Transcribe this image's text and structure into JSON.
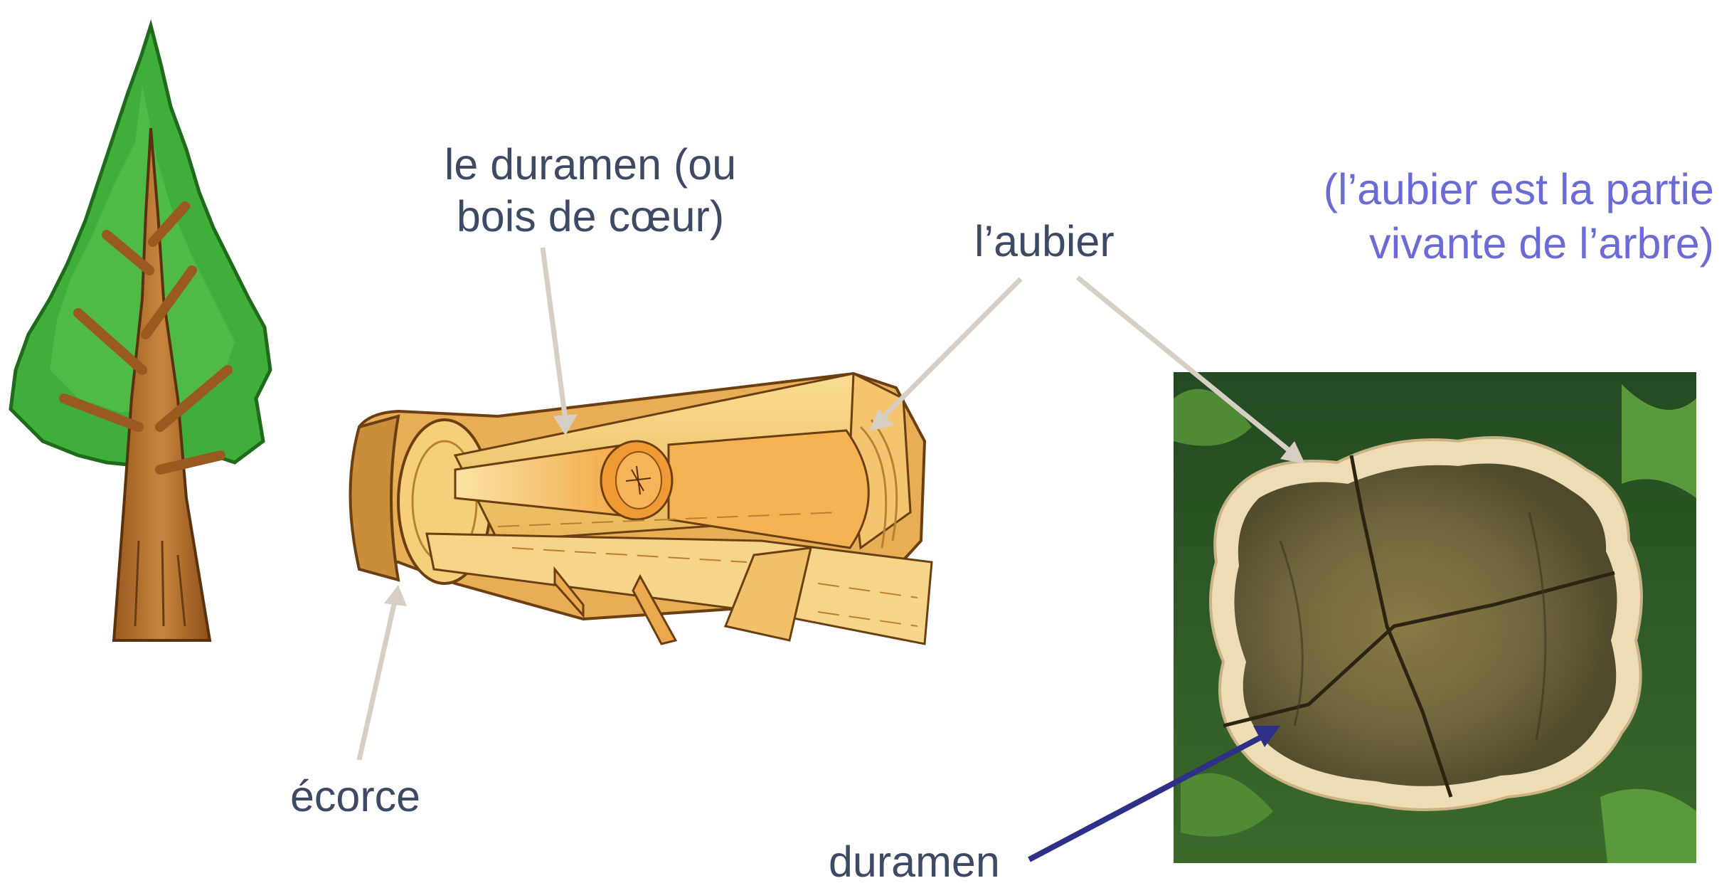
{
  "labels": {
    "duramen_line1": "le duramen (ou",
    "duramen_line2": "bois de cœur)",
    "aubier": "l’aubier",
    "note_line1": "(l’aubier est la partie",
    "note_line2": "vivante de l’arbre)",
    "ecorce": "écorce",
    "duramen": "duramen"
  },
  "colors": {
    "label_text": "#3d4a63",
    "note_text": "#6b6bd6",
    "pointer_light": "#d8cfc4",
    "pointer_dark": "#2e2f86"
  }
}
